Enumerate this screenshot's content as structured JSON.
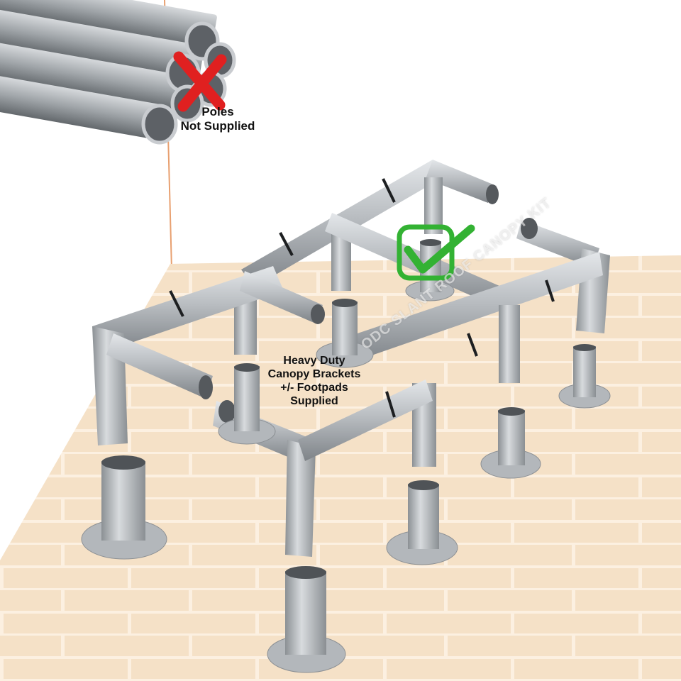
{
  "callouts": {
    "poles_line1": "Poles",
    "poles_line2": "Not Supplied",
    "brackets_line1": "Heavy Duty",
    "brackets_line2": "Canopy Brackets",
    "brackets_line3": "+/- Footpads",
    "brackets_line4": "Supplied"
  },
  "watermark": "ODC SLANT ROOF CANOPY KIT",
  "colors": {
    "brick": "#f2dcc0",
    "mortar": "#fbf1e3",
    "metal": "#b8bcc0",
    "cross": "#e02020",
    "check": "#33b233",
    "wall_line": "#e8a070"
  },
  "icons": [
    "cross-icon",
    "check-icon"
  ]
}
